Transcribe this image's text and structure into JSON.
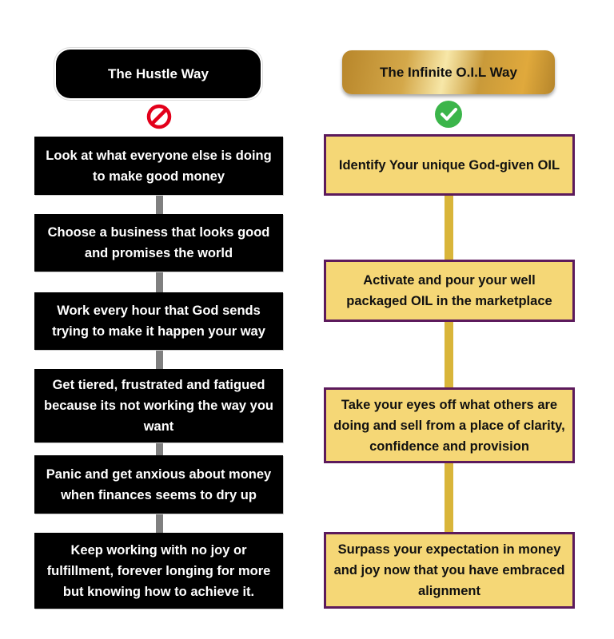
{
  "left": {
    "title": "The Hustle Way",
    "icon": "no-entry-icon",
    "steps": [
      "Look at what everyone else is doing to make good money",
      "Choose a business that looks good and promises the world",
      "Work every hour that God sends trying to make it happen your way",
      "Get tiered, frustrated and fatigued because its not working the way you want",
      "Panic and get anxious about money when finances seems to dry up",
      "Keep working with no joy or fulfillment, forever longing for more but knowing how to achieve it."
    ]
  },
  "right": {
    "title": "The Infinite O.I.L Way",
    "icon": "check-circle-icon",
    "steps": [
      "Identify Your unique God-given OIL",
      "Activate and pour your well packaged OIL in the marketplace",
      "Take your eyes off what others are doing and sell from a place of clarity, confidence and provision",
      "Surpass your expectation in money and joy now that you have embraced alignment"
    ]
  },
  "colors": {
    "gold_fill": "#f5d776",
    "purple_border": "#5c1a5c",
    "red": "#e3001b",
    "green": "#3bb54a"
  }
}
